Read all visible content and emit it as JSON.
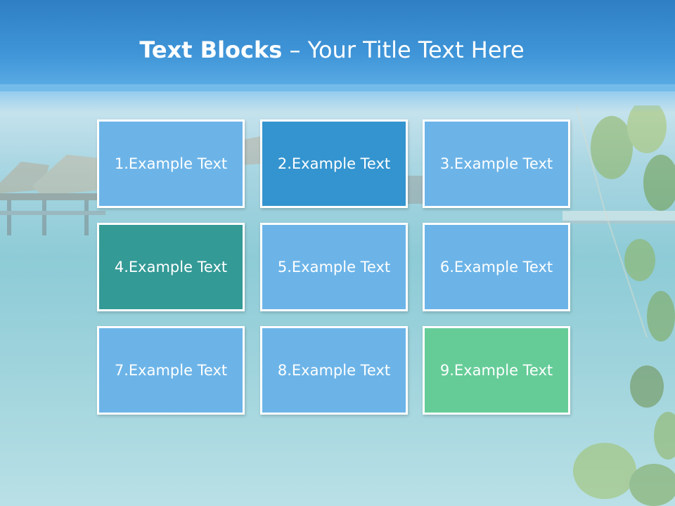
{
  "title": {
    "bold": "Text Blocks",
    "dash": " – ",
    "rest": "Your Title Text Here"
  },
  "blocks": [
    {
      "label": "1.Example Text",
      "color": "#6cb4e8"
    },
    {
      "label": "2.Example Text",
      "color": "#3494cf"
    },
    {
      "label": "3.Example Text",
      "color": "#6cb4e8"
    },
    {
      "label": "4.Example Text",
      "color": "#339a96"
    },
    {
      "label": "5.Example Text",
      "color": "#6cb4e8"
    },
    {
      "label": "6.Example Text",
      "color": "#6cb4e8"
    },
    {
      "label": "7.Example Text",
      "color": "#6cb4e8"
    },
    {
      "label": "8.Example Text",
      "color": "#6cb4e8"
    },
    {
      "label": "9.Example Text",
      "color": "#65cc98"
    }
  ],
  "colors": {
    "title_text": "#ffffff",
    "block_border": "#ffffff",
    "sky": "#3f95d8",
    "water": "#8dcbd6"
  }
}
